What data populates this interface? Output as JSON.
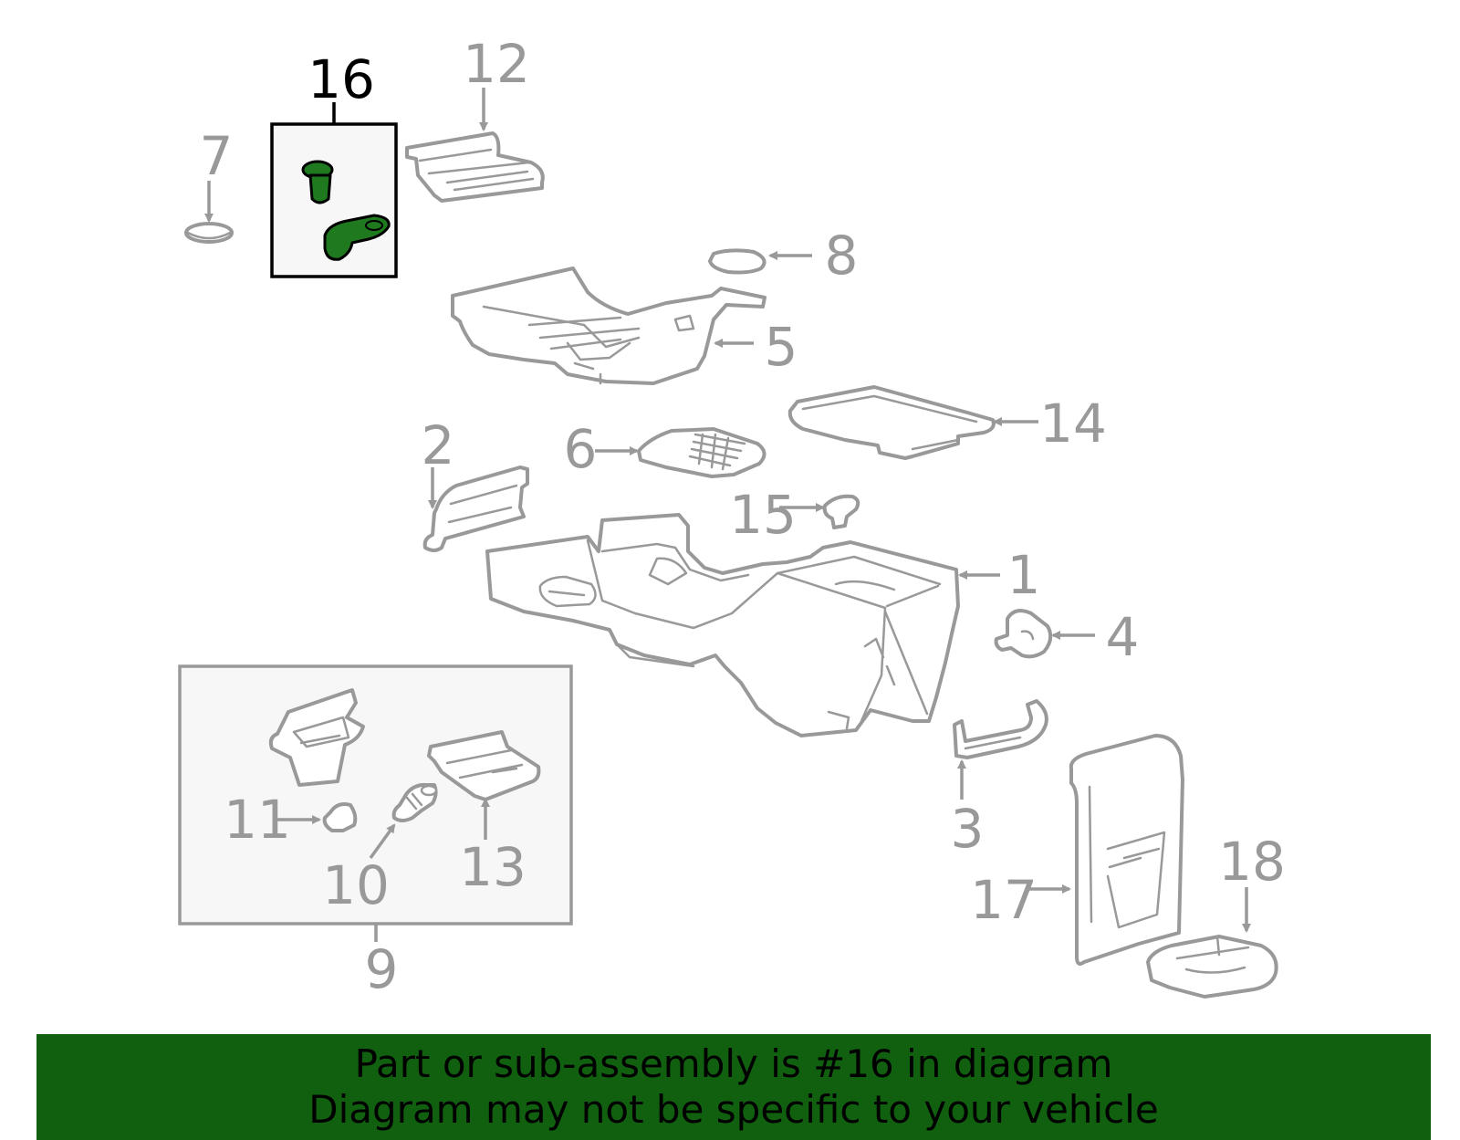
{
  "diagram": {
    "highlighted_callout": "16",
    "callouts": [
      "1",
      "2",
      "3",
      "4",
      "5",
      "6",
      "7",
      "8",
      "9",
      "10",
      "11",
      "12",
      "13",
      "14",
      "15",
      "16",
      "17",
      "18"
    ],
    "colors": {
      "part_stroke": "#999999",
      "highlight_fill": "#1f7a1f",
      "banner_bg": "#106010",
      "kit_box_bg": "#f7f7f7"
    }
  },
  "banner": {
    "line1": "Part or sub-assembly is #16 in diagram",
    "line2": "Diagram may not be specific to your vehicle"
  }
}
